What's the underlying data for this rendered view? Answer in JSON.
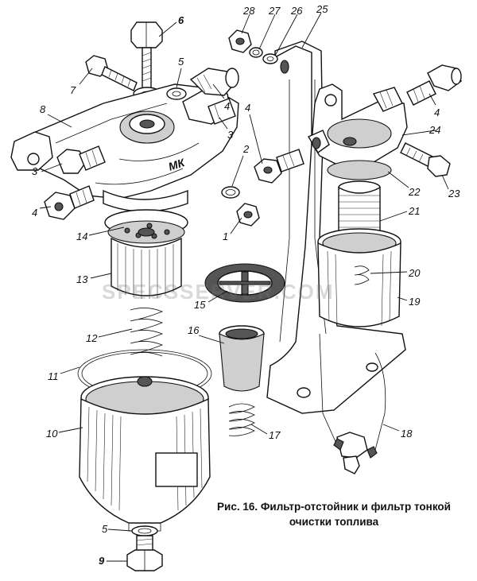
{
  "caption": {
    "line1": "Рис. 16. Фильтр-отстойник и фильтр тонкой",
    "line2": "очистки топлива"
  },
  "watermark": "SPECSSERVER.COM",
  "housing_mark": "МК",
  "callouts": [
    "1",
    "2",
    "3",
    "3",
    "4",
    "4",
    "4",
    "5",
    "5",
    "6",
    "7",
    "8",
    "9",
    "10",
    "11",
    "12",
    "13",
    "14",
    "15",
    "16",
    "17",
    "18",
    "19",
    "20",
    "21",
    "22",
    "23",
    "24",
    "25",
    "26",
    "27",
    "28"
  ]
}
